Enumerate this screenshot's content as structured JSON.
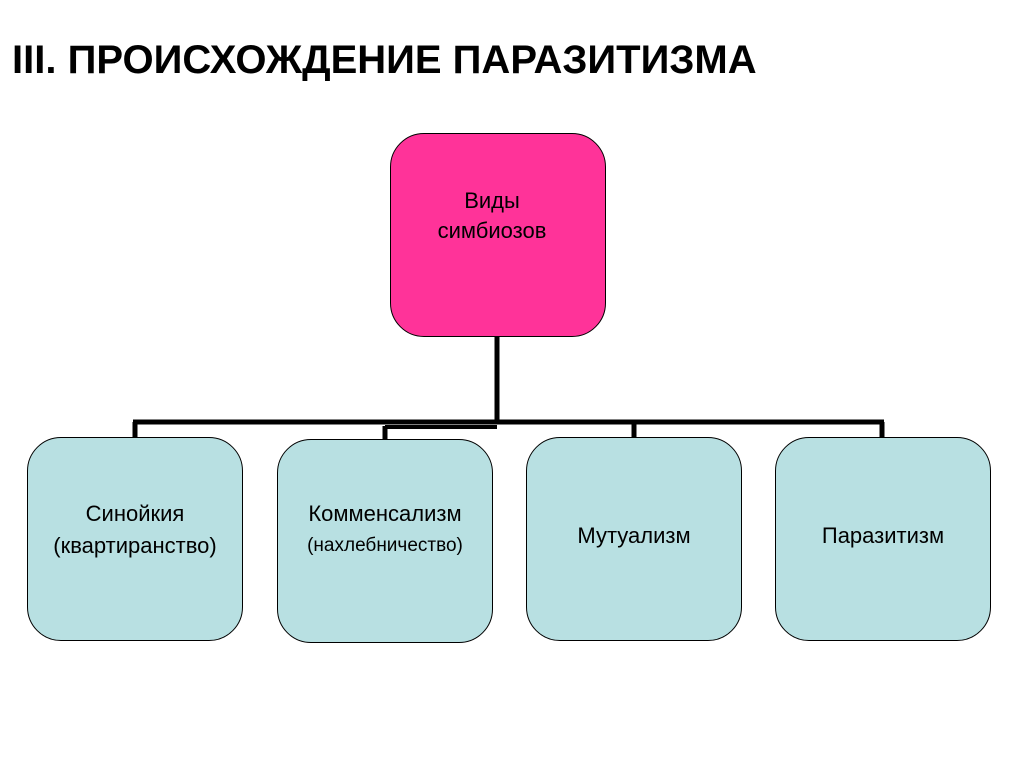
{
  "title": "III. ПРОИСХОЖДЕНИЕ ПАРАЗИТИЗМА",
  "root": {
    "line1": "Виды",
    "line2": "симбиозов"
  },
  "children": [
    {
      "line1": "Синойкия",
      "line2": "(квартиранство)"
    },
    {
      "line1": "Комменсализм",
      "line2": "(нахлебничество)"
    },
    {
      "line1": "Мутуализм",
      "line2": ""
    },
    {
      "line1": "Паразитизм",
      "line2": ""
    }
  ],
  "colors": {
    "root_fill": "#ff3399",
    "child_fill": "#b8e0e2",
    "connector": "#000000"
  }
}
